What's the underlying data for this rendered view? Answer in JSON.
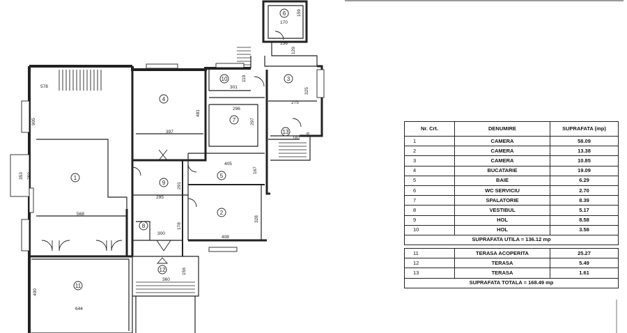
{
  "rooms": [
    {
      "id": "room-1",
      "label": "1"
    },
    {
      "id": "room-2",
      "label": "2"
    },
    {
      "id": "room-3",
      "label": "3"
    },
    {
      "id": "room-4",
      "label": "4"
    },
    {
      "id": "room-5",
      "label": "5"
    },
    {
      "id": "room-6",
      "label": "6"
    },
    {
      "id": "room-7",
      "label": "7"
    },
    {
      "id": "room-8",
      "label": "8"
    },
    {
      "id": "room-9",
      "label": "9"
    },
    {
      "id": "room-10",
      "label": "10"
    },
    {
      "id": "room-11",
      "label": "11"
    },
    {
      "id": "room-12",
      "label": "12"
    },
    {
      "id": "room-13",
      "label": "13"
    }
  ],
  "dimensions": [
    "578",
    "905",
    "353",
    "750",
    "568",
    "397",
    "481",
    "405",
    "167",
    "295",
    "291",
    "300",
    "178",
    "408",
    "328",
    "360",
    "156",
    "400",
    "644",
    "170",
    "159",
    "156",
    "129",
    "119",
    "301",
    "325",
    "275",
    "296",
    "297",
    "187",
    "86"
  ],
  "legend": {
    "headers": {
      "nr": "Nr. Crt.",
      "name": "DENUMIRE",
      "area": "SUPRAFATA (mp)"
    },
    "rows": [
      {
        "nr": "1",
        "name": "CAMERA",
        "area": "58.09"
      },
      {
        "nr": "2",
        "name": "CAMERA",
        "area": "13.38"
      },
      {
        "nr": "3",
        "name": "CAMERA",
        "area": "10.85"
      },
      {
        "nr": "4",
        "name": "BUCATARIE",
        "area": "19.09"
      },
      {
        "nr": "5",
        "name": "BAIE",
        "area": "6.29"
      },
      {
        "nr": "6",
        "name": "WC SERVICIU",
        "area": "2.70"
      },
      {
        "nr": "7",
        "name": "SPALATORIE",
        "area": "8.39"
      },
      {
        "nr": "8",
        "name": "VESTIBUL",
        "area": "5.17"
      },
      {
        "nr": "9",
        "name": "HOL",
        "area": "8.58"
      },
      {
        "nr": "10",
        "name": "HOL",
        "area": "3.58"
      }
    ],
    "subtotal": "SUPRAFATA UTILA = 136.12 mp",
    "rows2": [
      {
        "nr": "11",
        "name": "TERASA ACOPERITA",
        "area": "25.27"
      },
      {
        "nr": "12",
        "name": "TERASA",
        "area": "5.49"
      },
      {
        "nr": "13",
        "name": "TERASA",
        "area": "1.61"
      }
    ],
    "total": "SUPRAFATA TOTALA = 168.49 mp"
  }
}
